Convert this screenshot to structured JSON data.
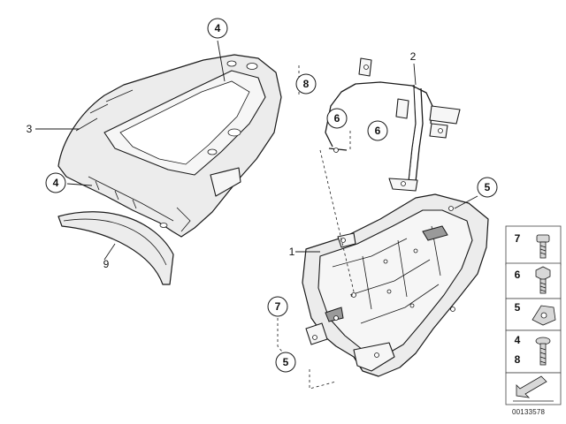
{
  "callouts": {
    "p1": "1",
    "p2": "2",
    "p3": "3",
    "p4_top": "4",
    "p4_left": "4",
    "p5_right": "5",
    "p5_bottom": "5",
    "p6_left": "6",
    "p6_right": "6",
    "p7": "7",
    "p8": "8",
    "p9": "9"
  },
  "legend": {
    "items": [
      "7",
      "6",
      "5",
      "4",
      "8"
    ]
  },
  "diagram_id": "00133578"
}
